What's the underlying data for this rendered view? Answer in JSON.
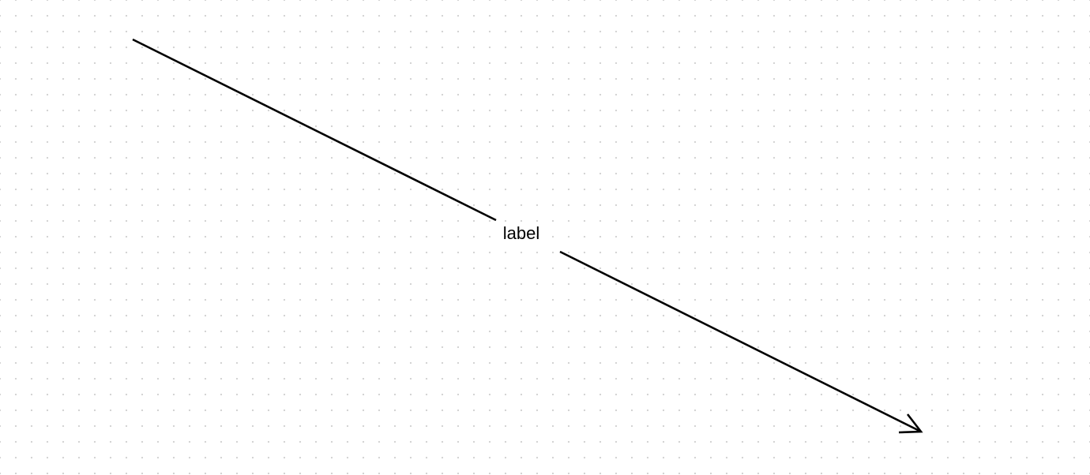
{
  "canvas": {
    "background": "dotted-grid",
    "dot_color": "#d2d2d2"
  },
  "edge": {
    "label": "label",
    "stroke_color": "#000000",
    "end_marker": "open-arrow"
  }
}
